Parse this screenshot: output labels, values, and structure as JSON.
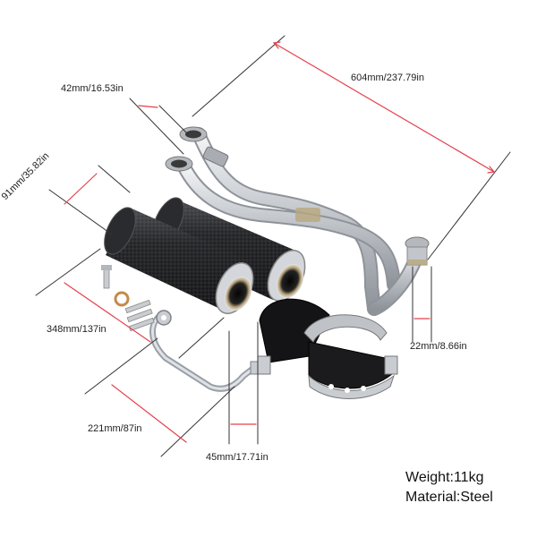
{
  "dimensions": {
    "pipe_outlet": "42mm/16.53in",
    "overall_length": "604mm/237.79in",
    "muffler_diameter": "91mm/35.82in",
    "muffler_length": "348mm/137in",
    "bracket_length": "221mm/87in",
    "tip_diameter": "45mm/17.71in",
    "inlet_diameter": "22mm/8.66in"
  },
  "specs": {
    "weight": "Weight:11kg",
    "material": "Material:Steel"
  },
  "colors": {
    "dimension_line": "#e5404c",
    "leader_line": "#333333",
    "carbon": "#1f1f21",
    "steel": "#c9cdd2"
  }
}
